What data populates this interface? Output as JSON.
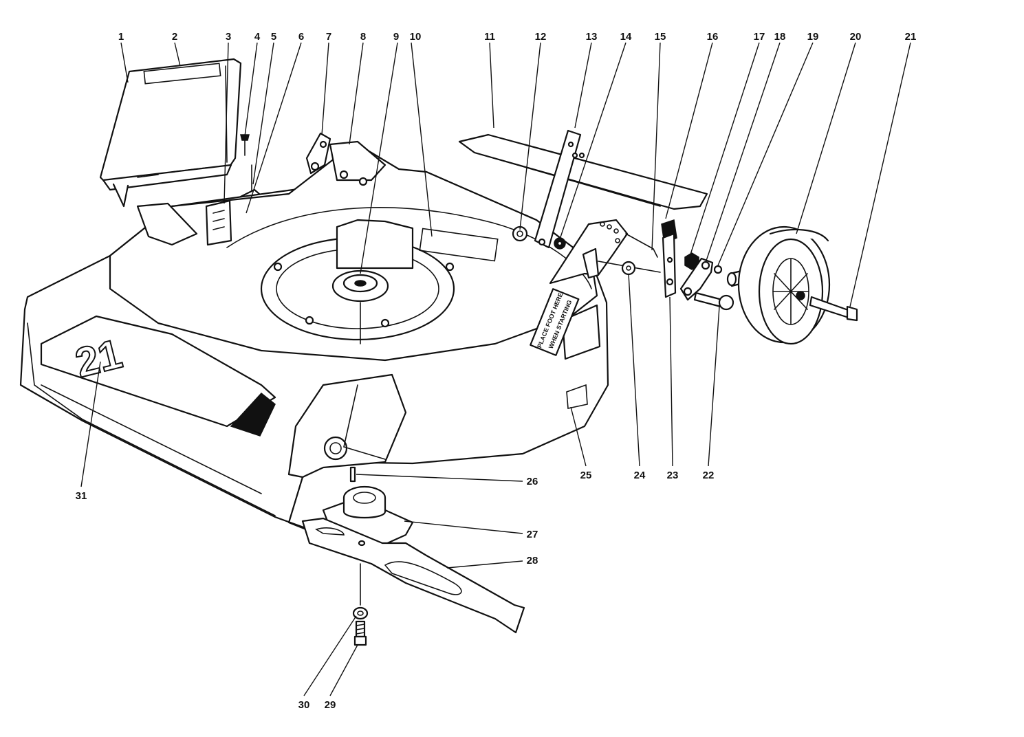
{
  "callouts": [
    {
      "num": "1"
    },
    {
      "num": "2"
    },
    {
      "num": "3"
    },
    {
      "num": "4"
    },
    {
      "num": "5"
    },
    {
      "num": "6"
    },
    {
      "num": "7"
    },
    {
      "num": "8"
    },
    {
      "num": "9"
    },
    {
      "num": "10"
    },
    {
      "num": "11"
    },
    {
      "num": "12"
    },
    {
      "num": "13"
    },
    {
      "num": "14"
    },
    {
      "num": "15"
    },
    {
      "num": "16"
    },
    {
      "num": "17"
    },
    {
      "num": "18"
    },
    {
      "num": "19"
    },
    {
      "num": "20"
    },
    {
      "num": "21"
    },
    {
      "num": "22"
    },
    {
      "num": "23"
    },
    {
      "num": "24"
    },
    {
      "num": "25"
    },
    {
      "num": "26"
    },
    {
      "num": "27"
    },
    {
      "num": "28"
    },
    {
      "num": "29"
    },
    {
      "num": "30"
    },
    {
      "num": "31"
    }
  ],
  "deck_decal": {
    "line1": "PLACE FOOT HERE",
    "line2": "WHEN STARTING"
  },
  "deck_model": "21"
}
